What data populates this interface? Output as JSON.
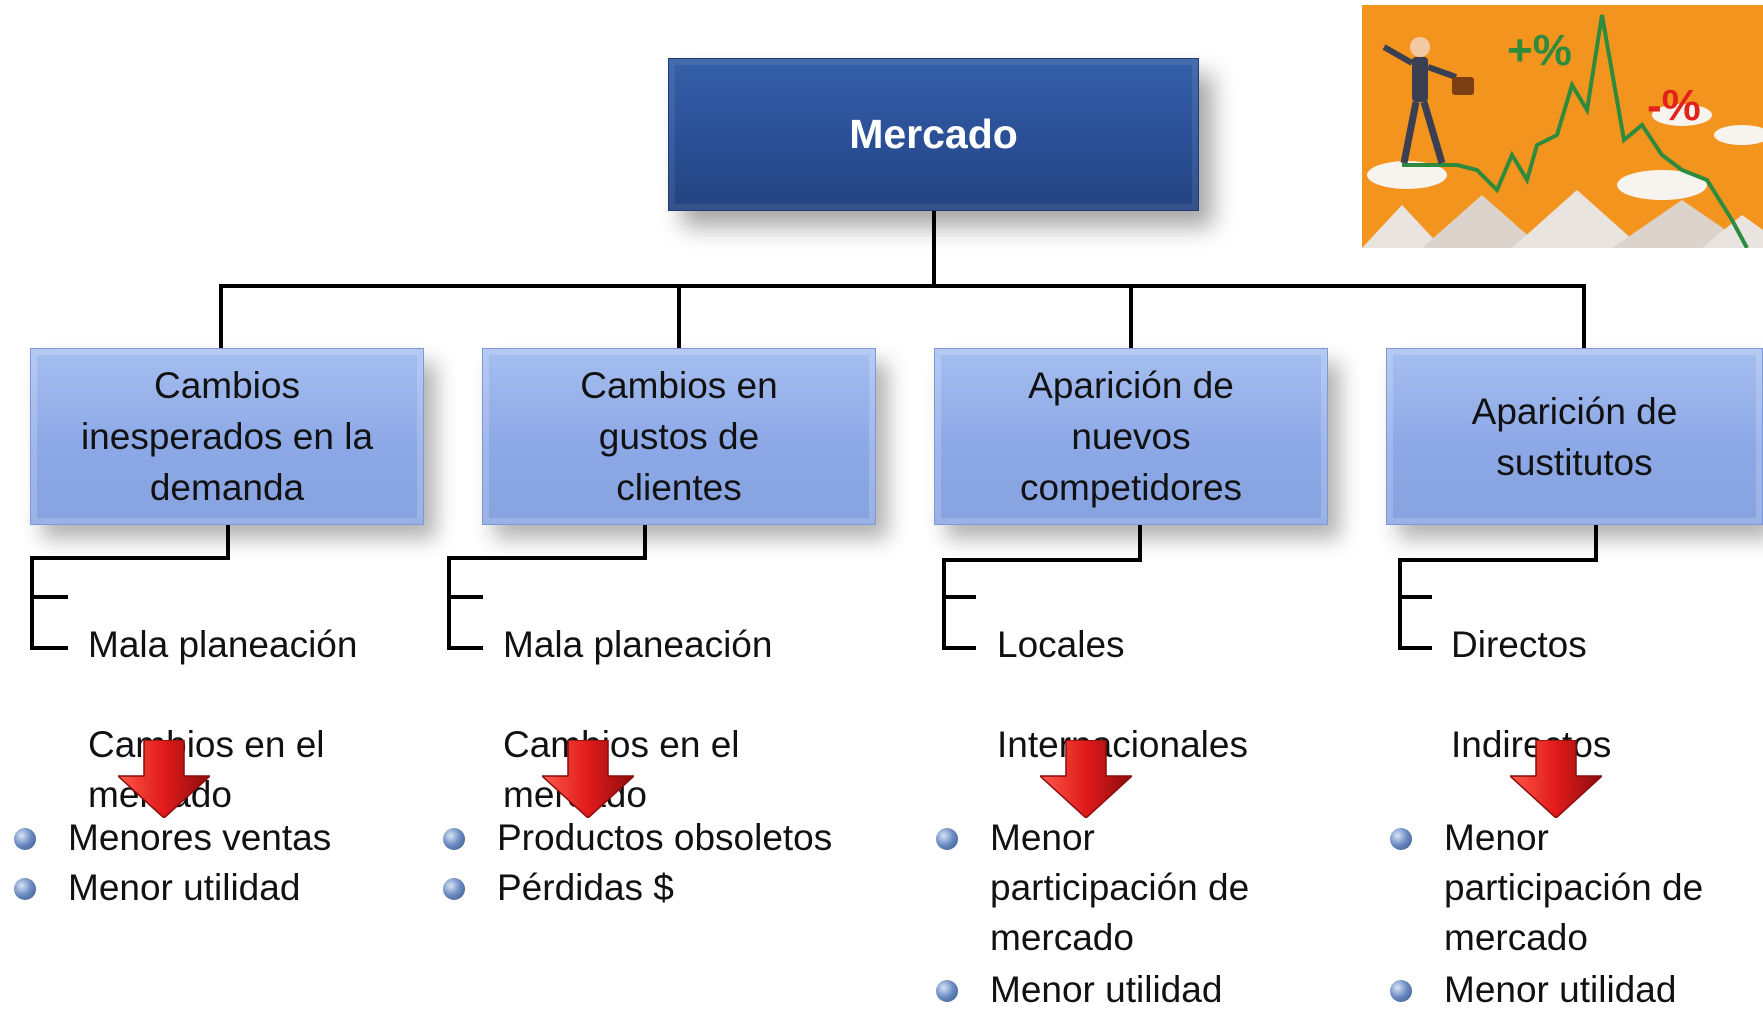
{
  "root": {
    "label": "Mercado"
  },
  "branches": [
    {
      "title": "Cambios\ninesperados en la\ndemanda",
      "causes": [
        "Mala planeación",
        "Cambios en el\nmercado"
      ],
      "effects": [
        "Menores ventas",
        "Menor utilidad"
      ]
    },
    {
      "title": "Cambios en\ngustos de\nclientes",
      "causes": [
        "Mala planeación",
        "Cambios en el\nmercado"
      ],
      "effects": [
        "Productos obsoletos",
        "Pérdidas $"
      ]
    },
    {
      "title": "Aparición de\nnuevos\ncompetidores",
      "causes": [
        "Locales",
        "Internacionales"
      ],
      "effects": [
        "Menor\nparticipación de\nmercado",
        "Menor utilidad"
      ]
    },
    {
      "title": "Aparición de\nsustitutos",
      "causes": [
        "Directos",
        "Indirectos"
      ],
      "effects": [
        "Menor\nparticipación de\nmercado",
        "Menor utilidad"
      ]
    }
  ],
  "illustration": {
    "plus_label": "+%",
    "minus_label": "-%"
  },
  "colors": {
    "root_fill": "#2a4f96",
    "child_fill": "#8ca8e6",
    "arrow": "#d81e1e",
    "connector": "#000000",
    "photo_bg": "#f3941f"
  }
}
